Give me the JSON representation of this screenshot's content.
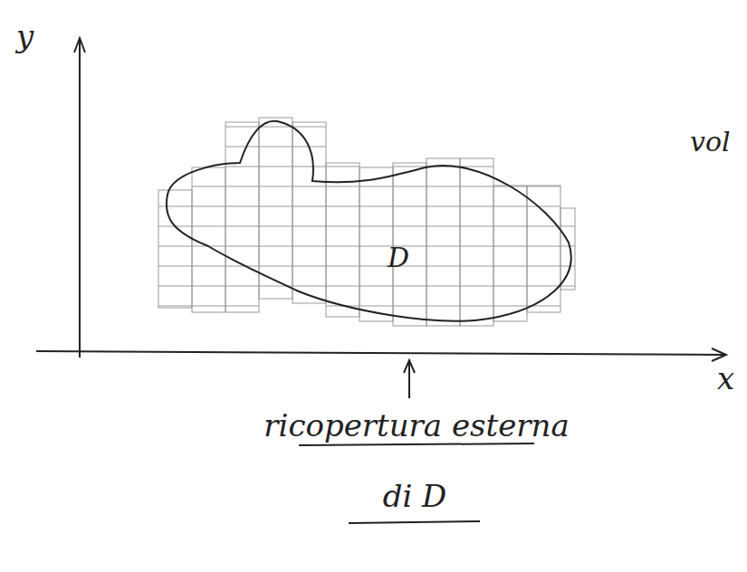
{
  "diagram": {
    "labels": [
      "y",
      "x",
      "D",
      "vol",
      "ricopertura esterna",
      "di D"
    ]
  }
}
